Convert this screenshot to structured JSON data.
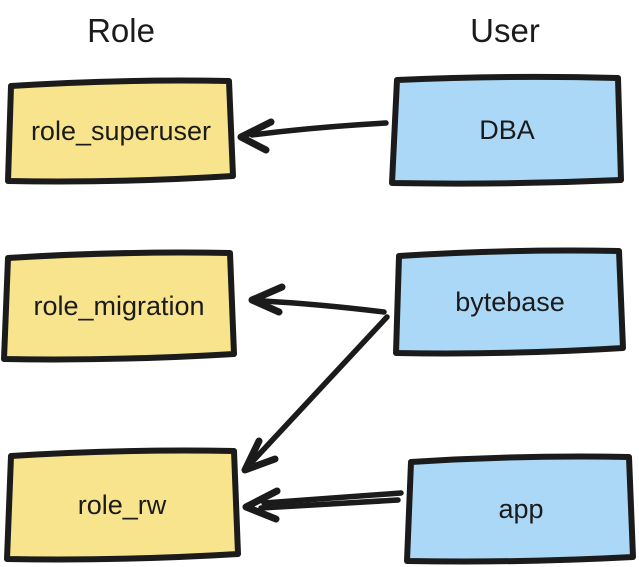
{
  "columns": [
    {
      "label": "Role"
    },
    {
      "label": "User"
    }
  ],
  "role_nodes": [
    {
      "label": "role_superuser"
    },
    {
      "label": "role_migration"
    },
    {
      "label": "role_rw"
    }
  ],
  "user_nodes": [
    {
      "label": "DBA"
    },
    {
      "label": "bytebase"
    },
    {
      "label": "app"
    }
  ],
  "edges": [
    {
      "from": "DBA",
      "to": "role_superuser"
    },
    {
      "from": "bytebase",
      "to": "role_migration"
    },
    {
      "from": "bytebase",
      "to": "role_rw"
    },
    {
      "from": "app",
      "to": "role_rw"
    }
  ],
  "colors": {
    "role_fill": "#F8E48D",
    "user_fill": "#AAD8F6",
    "ink": "#1B1B1B",
    "background": "#FFFFFF"
  }
}
